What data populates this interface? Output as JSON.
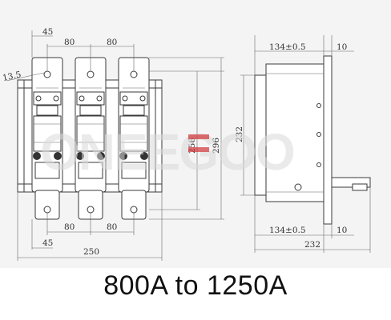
{
  "front_view": {
    "dims": {
      "top_45": "45",
      "top_80_a": "80",
      "top_80_b": "80",
      "hole": "13.5",
      "height_256": "256",
      "height_296": "296",
      "bottom_45": "45",
      "bottom_80_a": "80",
      "bottom_80_b": "80",
      "width_250": "250"
    }
  },
  "side_view": {
    "dims": {
      "top_134": "134±0.5",
      "top_10": "10",
      "height_232": "232",
      "bottom_134": "134±0.5",
      "bottom_10": "10",
      "width_232": "232"
    }
  },
  "watermark": "ONEEGOO",
  "caption": "800A to 1250A",
  "colors": {
    "background": "#f4f4f4",
    "line": "#3a3a3a",
    "accent": "#d0262c"
  }
}
